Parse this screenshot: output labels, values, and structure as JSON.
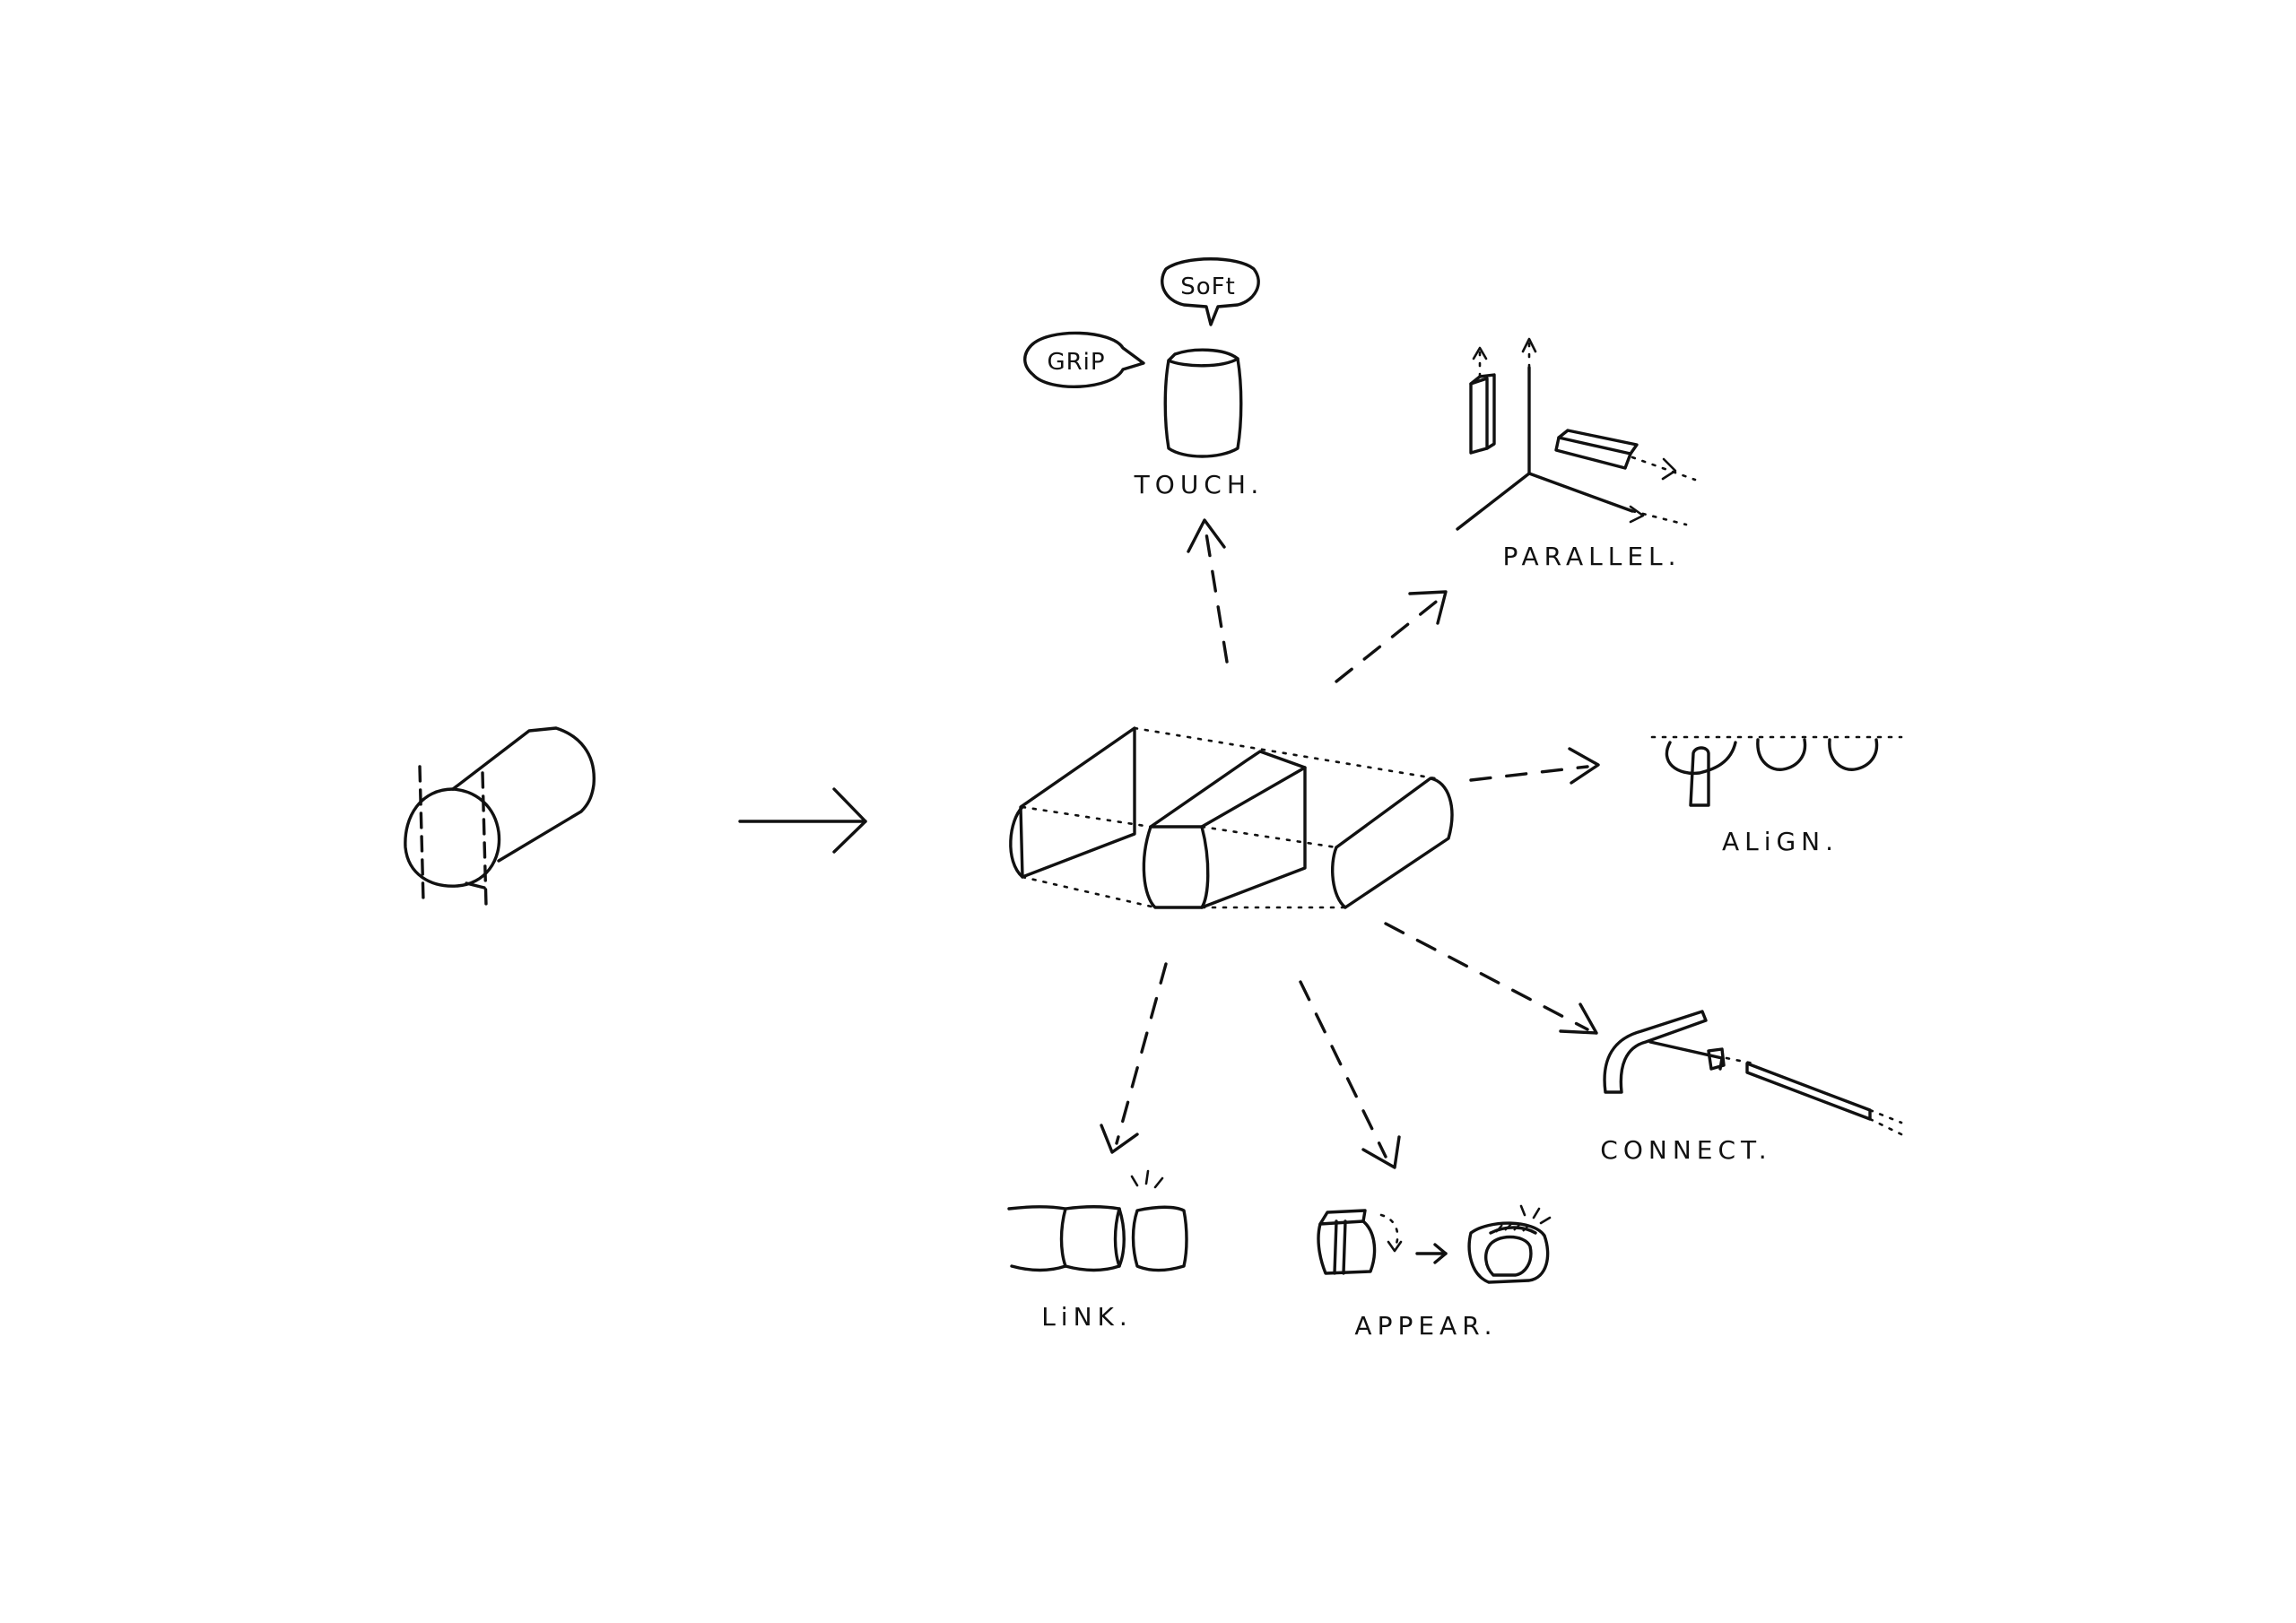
{
  "labels": {
    "touch": "TOUCH.",
    "parallel": "PARALLEL.",
    "align": "ALiGN.",
    "connect": "CONNECT.",
    "link": "LiNK.",
    "appear": "APPEAR."
  },
  "bubbles": {
    "soft": "SoFt",
    "grip": "GRiP"
  },
  "colors": {
    "ink": "#111111",
    "background": "#ffffff"
  }
}
